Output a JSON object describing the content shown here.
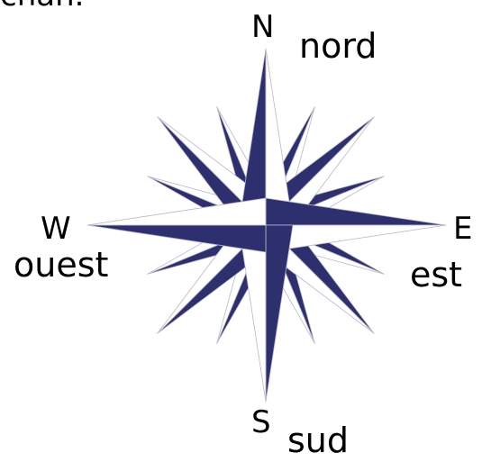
{
  "top_clipped_text": "chan.",
  "compass": {
    "cardinal_letters": {
      "north": "N",
      "east": "E",
      "south": "S",
      "west": "W"
    },
    "french_words": {
      "north": "nord",
      "east": "est",
      "south": "sud",
      "west": "ouest"
    }
  },
  "colors": {
    "star_fill": "#2e2f6e",
    "star_light": "#ffffff",
    "outline": "#b8b8c8",
    "text": "#000000"
  }
}
